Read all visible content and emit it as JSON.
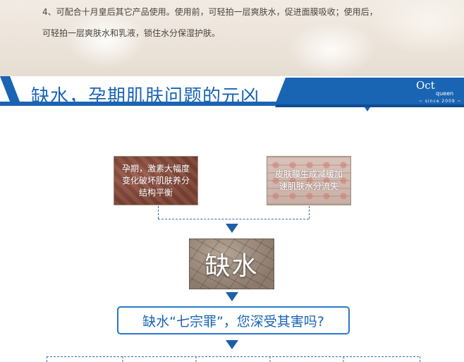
{
  "intro": {
    "line1": "4、可配合十月皇后其它产品使用。使用前，可轻拍一层爽肤水，促进面膜吸收；使用后，",
    "line2": "可轻拍一层爽肤水和乳液，锁住水分保湿护肤。"
  },
  "banner": {
    "title": "缺水，孕期肌肤问题的元凶",
    "logo_main": "Oct",
    "logo_sub": "queen",
    "logo_tag": "~ since 2009 ~",
    "color": "#1a64b4"
  },
  "causes": {
    "left": "孕期，激素大幅度变化破坏肌肤养分结构平衡",
    "right": "皮肤膜生成减缓加速肌肤水分流失"
  },
  "result": {
    "label": "缺水"
  },
  "question": {
    "text": "缺水“七宗罪”，您深受其害吗?"
  },
  "colors": {
    "accent": "#2b78c8",
    "arrow": "#1f5fa8",
    "dash": "#3b6da8"
  }
}
